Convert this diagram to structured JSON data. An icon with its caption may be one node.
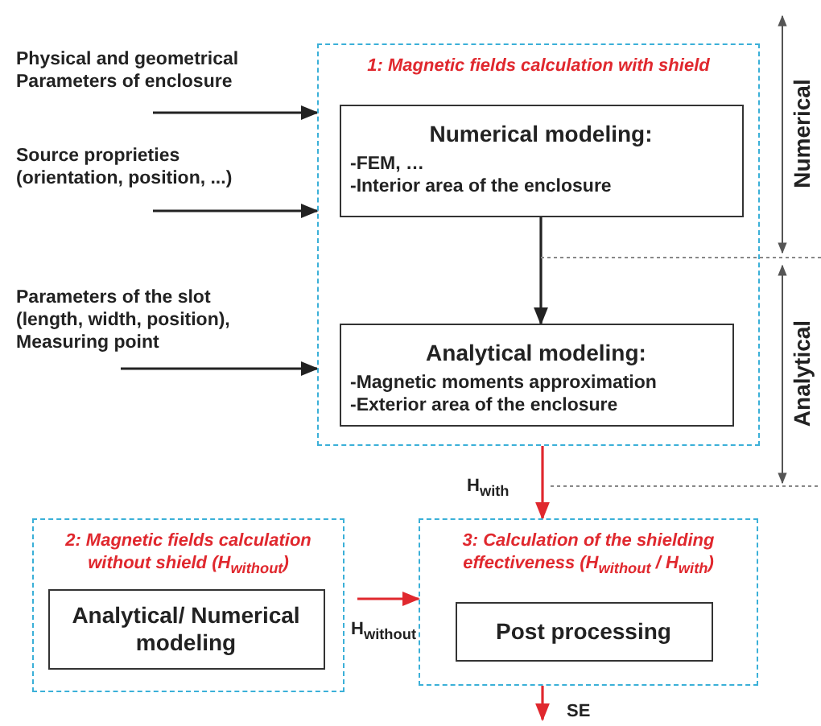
{
  "diagram": {
    "nodes": [
      {
        "text": [
          "Physical and geometrical Parameters of enclosure"
        ]
      },
      {
        "text": [
          "Source proprieties (orientation, position, ...)"
        ]
      },
      {
        "text": [
          "Parameters of the slot (length, width, position), Measuring point"
        ]
      },
      {
        "text": [
          "1: Magnetic fields calculation with shield"
        ]
      },
      {
        "text": [
          "Numerical modeling:",
          "-FEM, …",
          "-Interior area of the enclosure"
        ],
        "in": 3
      },
      {
        "text": [
          "Analytical modeling:",
          "-Magnetic moments approximation",
          "-Exterior area of the enclosure"
        ],
        "in": 3
      },
      {
        "text": [
          "2: Magnetic fields calculation without shield (H$_{without}$)"
        ]
      },
      {
        "text": [
          "Analytical/ Numerical modeling"
        ],
        "in": 6
      },
      {
        "text": [
          "3: Calculation of the  shielding effectiveness (H$_{without}$ / H$_{with}$)"
        ]
      },
      {
        "text": [
          "Post processing"
        ],
        "in": 8
      }
    ],
    "edges": [
      {
        "from": 0,
        "to": 3,
        "arrow": "to"
      },
      {
        "from": 1,
        "to": 3,
        "arrow": "to"
      },
      {
        "from": 2,
        "to": 3,
        "arrow": "to"
      },
      {
        "from": 4,
        "to": 5,
        "arrow": "to"
      },
      {
        "from": 3,
        "to": 8,
        "arrow": "to",
        "label": "H$_{with}$",
        "color": "#e0282e"
      },
      {
        "from": 6,
        "to": 8,
        "arrow": "to",
        "label": "H$_{without}$",
        "color": "#e0282e"
      },
      {
        "from": 8,
        "to": null,
        "arrow": "to",
        "label": "SE",
        "color": "#e0282e"
      }
    ],
    "labels": [
      "Numerical",
      "Analytical"
    ]
  }
}
